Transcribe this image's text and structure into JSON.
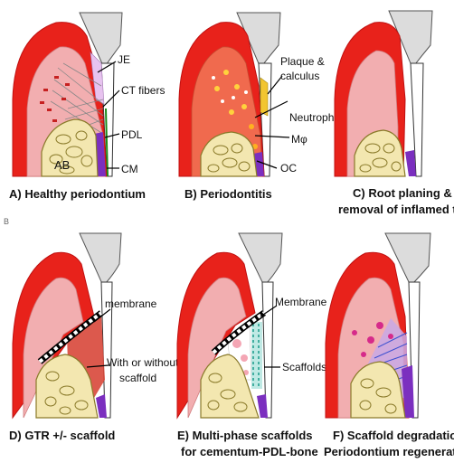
{
  "side_mark": "B",
  "panels": {
    "A": {
      "caption": "A) Healthy periodontium",
      "labels": {
        "je": "JE",
        "ct": "CT fibers",
        "pdl": "PDL",
        "cm": "CM",
        "ab": "AB"
      }
    },
    "B": {
      "caption": "B) Periodontitis",
      "labels": {
        "plaque": "Plaque &",
        "calculus": "calculus",
        "neutrophil": "Neutrophil",
        "mphi": "Mφ",
        "oc": "OC"
      }
    },
    "C": {
      "caption_line1": "C) Root planing &",
      "caption_line2": "removal of inflamed tissue"
    },
    "D": {
      "caption": "D) GTR +/- scaffold",
      "labels": {
        "membrane": "membrane",
        "with": "With or without",
        "scaffold": "scaffold"
      }
    },
    "E": {
      "caption_line1": "E) Multi-phase scaffolds",
      "caption_line2": "for cementum-PDL-bone",
      "labels": {
        "membrane": "Membrane",
        "scaffolds": "Scaffolds"
      }
    },
    "F": {
      "caption_line1": "F) Scaffold degradation/",
      "caption_line2": "Periodontium regeneration"
    }
  },
  "colors": {
    "gingiva": "#e8221b",
    "gingiva_outline": "#c01010",
    "connective": "#f2aeb0",
    "bone_fill": "#f3e7b0",
    "bone_outline": "#8a7a2a",
    "tooth": "#dcdcdc",
    "pdl": "#7b2fbf",
    "membrane": "#ffffff",
    "inflamed": "#f06a4e",
    "regenerated": "#c9a9e6"
  }
}
